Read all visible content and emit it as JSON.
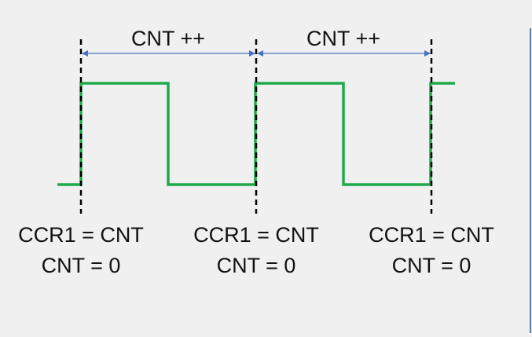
{
  "diagram": {
    "colors": {
      "background": "#f0f0f0",
      "signal": "#1faa4a",
      "edge_marker": "#000000",
      "arrow": "#4472c4",
      "text": "#111111",
      "right_rule": "#5b7fa8"
    },
    "interval_labels": [
      {
        "text": "CNT ++"
      },
      {
        "text": "CNT ++"
      }
    ],
    "edge_labels": [
      {
        "line1": "CCR1 = CNT",
        "line2": "CNT = 0"
      },
      {
        "line1": "CCR1 = CNT",
        "line2": "CNT = 0"
      },
      {
        "line1": "CCR1 = CNT",
        "line2": "CNT = 0"
      }
    ]
  }
}
